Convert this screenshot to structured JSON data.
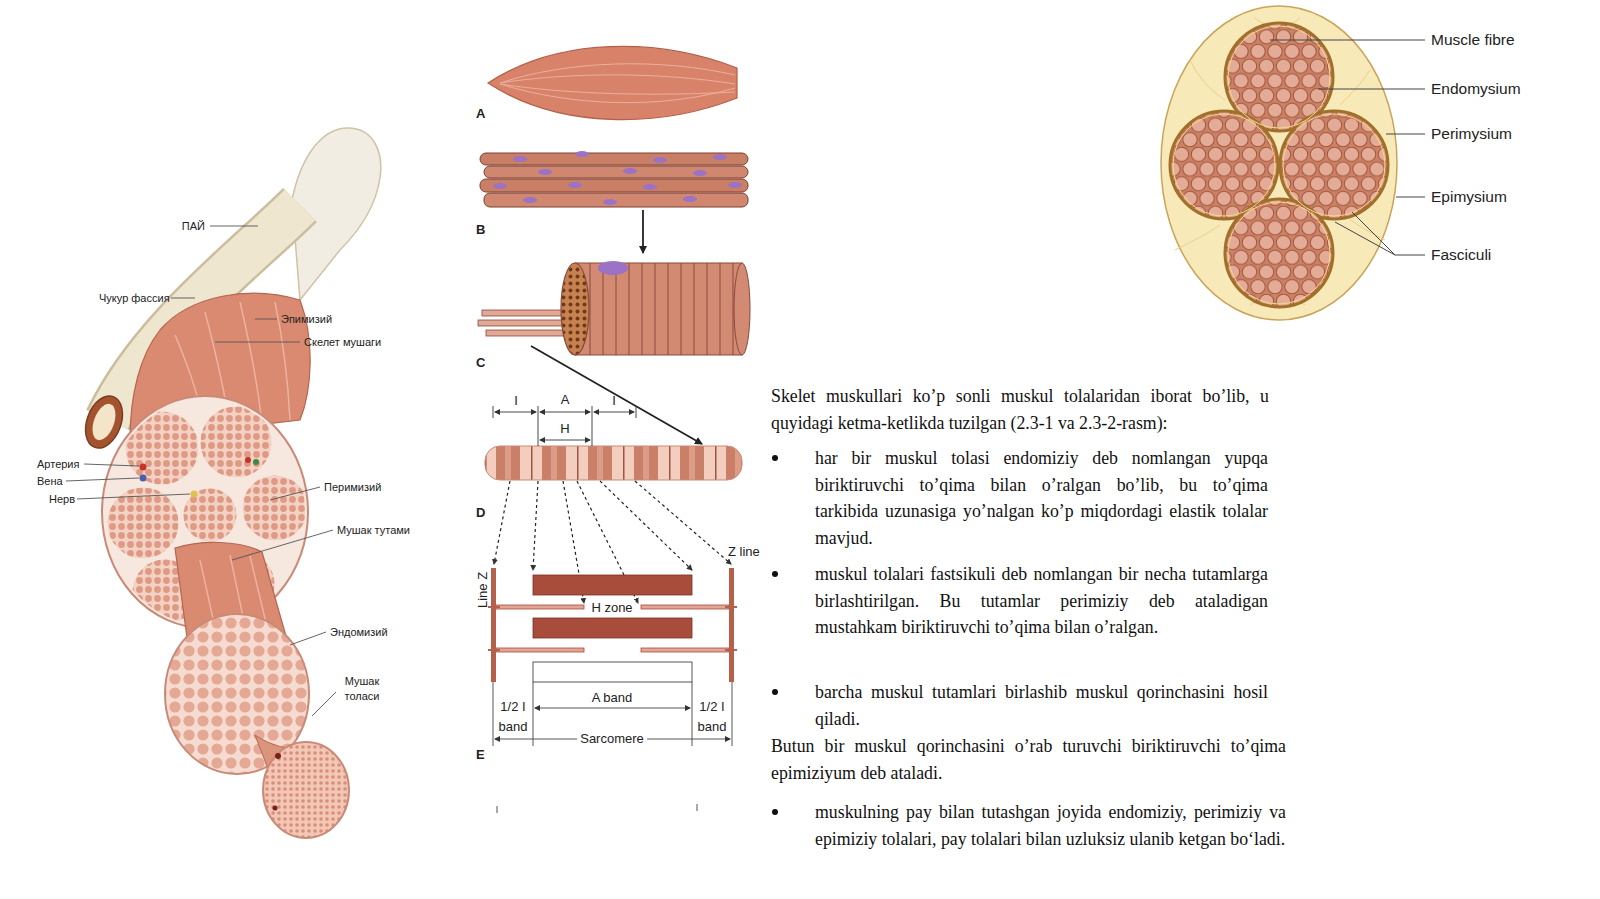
{
  "diagram": {
    "labels": [
      "ПАЙ",
      "Чукур фассия",
      "Эпимизий",
      "Скелет мушаги",
      "Артерия",
      "Вена",
      "Нерв",
      "Перимизий",
      "Мушак тутами",
      "Эндомизий",
      "Мушак толаси",
      "A",
      "B",
      "C",
      "I",
      "A",
      "I",
      "H",
      "D",
      "Line Z",
      "Z line",
      "H zone",
      "A band",
      "1/2 I band",
      "1/2 I band",
      "Sarcomere",
      "E",
      "Muscle fibre",
      "Endomysium",
      "Perimysium",
      "Epimysium",
      "Fasciculi",
      "Skelet muskullari ko’p sonli muskul tolalaridan iborat bo’lib, u quyidagi ketma-ketlikda tuzilgan (2.3-1 va 2.3-2-rasm):",
      "har bir muskul tolasi endomiziy deb nomlangan yupqa biriktiruvchi to’qima bilan o’ralgan bo’lib, bu to’qima tarkibida uzunasiga yo’nalgan ko’p miqdordagi elastik tolalar mavjud.",
      "muskul tolalari fastsikuli deb nomlangan bir necha tutamlarga birlashtirilgan. Bu tutamlar perimiziy deb ataladigan mustahkam biriktiruvchi to’qima bilan o’ralgan.",
      "barcha muskul tutamlari birlashib muskul qorinchasini hosil qiladi.",
      "Butun bir muskul qorinchasini o’rab turuvchi biriktiruvchi to’qima epimiziyum deb ataladi.",
      "muskulning pay bilan tutashgan joyida endomiziy, perimiziy va epimiziy tolalari, pay tolalari bilan uzluksiz ulanib ketgan bo‘ladi."
    ]
  }
}
